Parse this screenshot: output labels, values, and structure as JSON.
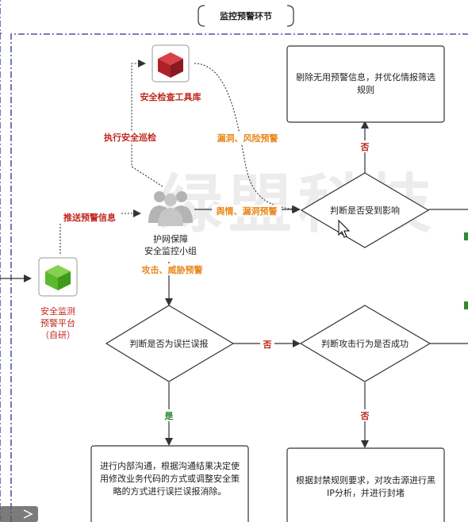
{
  "header": {
    "title": "监控预警环节"
  },
  "watermark": "绿盟科技",
  "nodes": {
    "toolkit": {
      "label": "安全检查工具库"
    },
    "team": {
      "label_line1": "护网保障",
      "label_line2": "安全监控小组"
    },
    "platform": {
      "label_line1": "安全监测",
      "label_line2": "预警平台",
      "label_line3": "（自研）"
    },
    "decision_impact": {
      "label": "判断是否受到影响"
    },
    "decision_false_positive": {
      "label": "判断是否为误拦误报"
    },
    "decision_attack_success": {
      "label": "判断攻击行为是否成功"
    },
    "box_remove": {
      "line1": "剔除无用预警信息，并优化情报筛选",
      "line2": "规则"
    },
    "box_internal": {
      "line1": "进行内部沟通，根据沟通结果决定使",
      "line2": "用修改业务代码的方式或调整安全策",
      "line3": "略的方式进行误拦误报消除。"
    },
    "box_block": {
      "line1": "根据封禁规则要求，对攻击源进行黑",
      "line2": "IP分析，并进行封堵"
    }
  },
  "edge_labels": {
    "exec_patrol": "执行安全巡检",
    "vuln_risk": "漏洞、风险预警",
    "public_vuln": "舆情、漏洞预警",
    "push_alert": "推送预警信息",
    "attack_threat": "攻击、威胁预警",
    "no_top": "否",
    "no_middle": "否",
    "no_bottom": "否",
    "yes_bottom": "是"
  },
  "colors": {
    "frame": "#2a2f8f",
    "label_red": "#c0271d",
    "label_orange": "#e8881e",
    "label_green": "#2e8b2e",
    "cube_red": "#b0202a",
    "cube_green": "#5cb82e"
  }
}
